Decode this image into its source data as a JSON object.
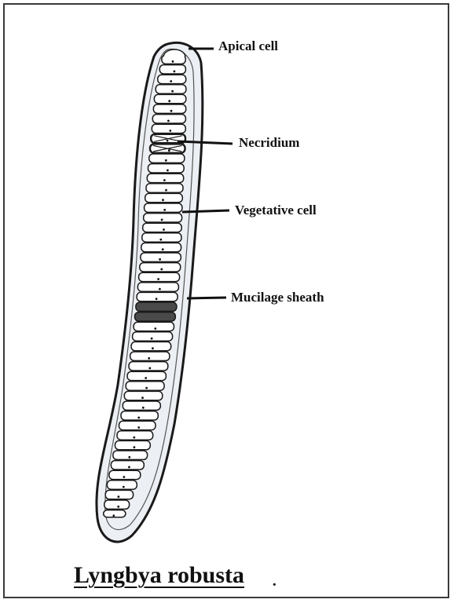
{
  "labels": {
    "apical_cell": "Apical cell",
    "necridium": "Necridium",
    "vegetative_cell": "Vegetative cell",
    "mucilage_sheath": "Mucilage sheath"
  },
  "title": "Lyngbya robusta",
  "colors": {
    "ink": "#111111",
    "sheath_fill": "#eceff3",
    "cell_fill": "#ffffff",
    "dark_cell": "#4a4a4a"
  }
}
